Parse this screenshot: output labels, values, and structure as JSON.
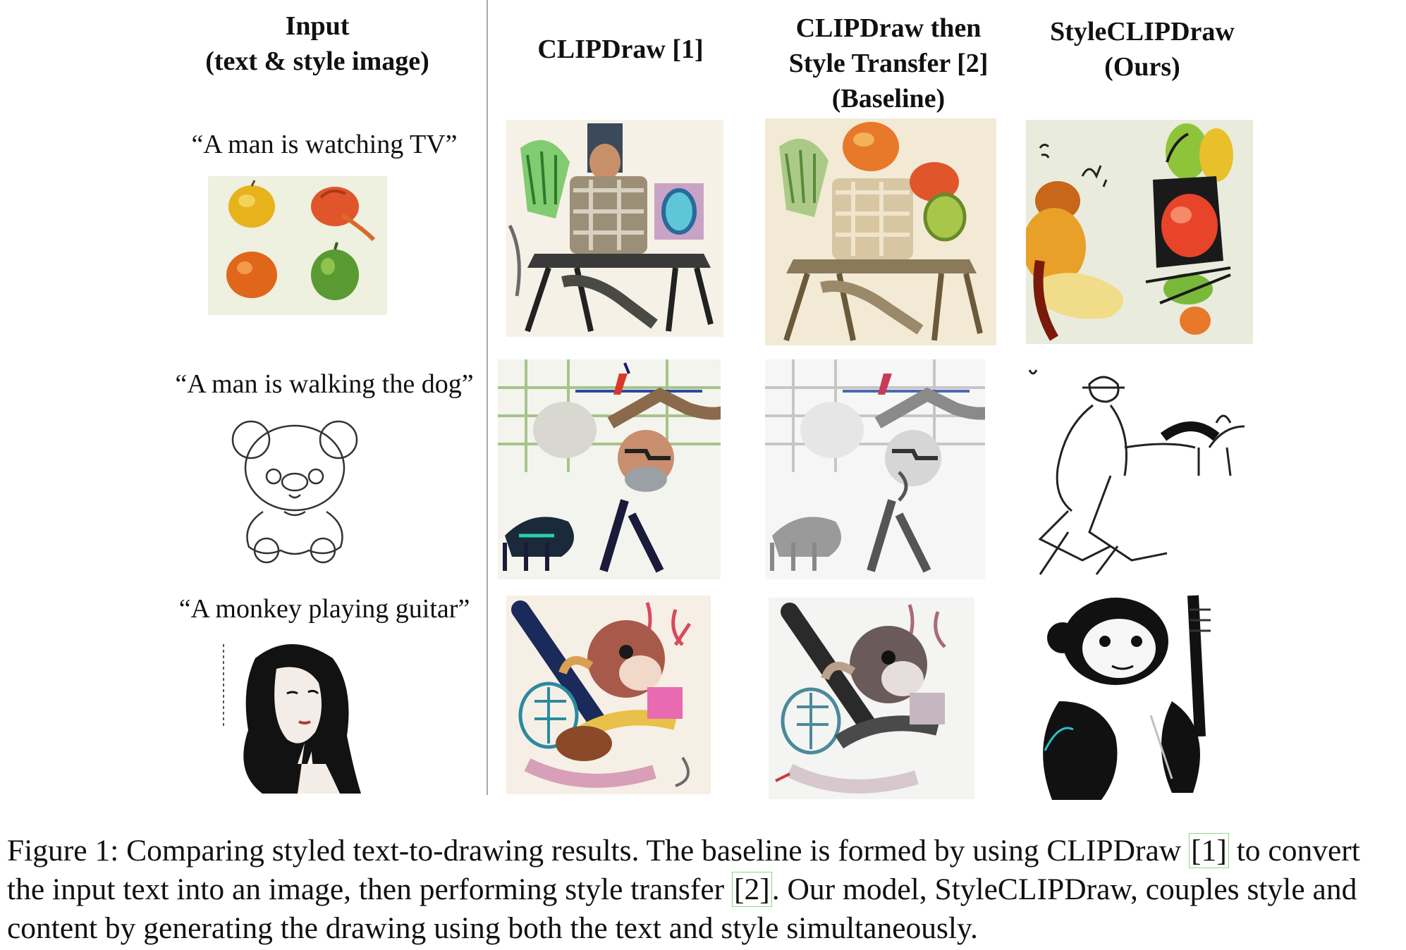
{
  "columns": {
    "input": [
      "Input",
      "(text & style image)"
    ],
    "clipdraw": [
      "CLIPDraw  [1]"
    ],
    "baseline": [
      "CLIPDraw  then",
      "Style Transfer [2]",
      "(Baseline)"
    ],
    "ours": [
      "StyleCLIPDraw",
      "(Ours)"
    ]
  },
  "rows": [
    {
      "prompt": "“A man is watching  TV”"
    },
    {
      "prompt": "“A man is walking  the dog”"
    },
    {
      "prompt": "“A monkey  playing  guitar”"
    }
  ],
  "caption": {
    "part1": "Figure 1: Comparing styled text-to-drawing results. The baseline is formed by using CLIPDraw  ",
    "ref1": "[1]",
    "part2": " to convert the input text into an image, then performing style transfer ",
    "ref2": "[2]",
    "part3": ". Our model, StyleCLIPDraw, couples style and content by generating the drawing using both the text and style simultaneously."
  }
}
